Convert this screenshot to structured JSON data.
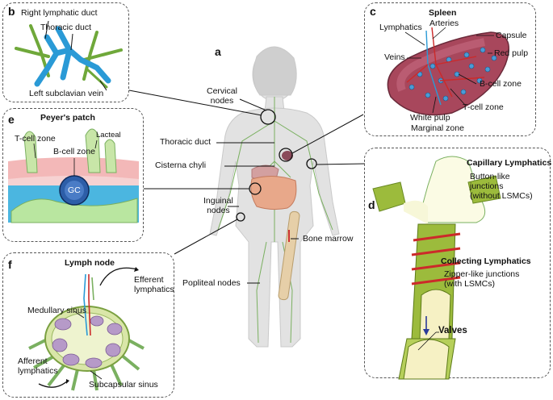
{
  "panel_letters": {
    "a": "a",
    "b": "b",
    "c": "c",
    "d": "d",
    "e": "e",
    "f": "f"
  },
  "body_labels": {
    "cervical": "Cervical\nnodes",
    "thoracic_duct": "Thoracic duct",
    "cisterna": "Cisterna chyli",
    "inguinal": "Inguinal\nnodes",
    "popliteal": "Popliteal nodes",
    "bone_marrow": "Bone marrow"
  },
  "panel_b": {
    "right_lymphatic_duct": "Right lymphatic duct",
    "thoracic_duct": "Thoracic duct",
    "left_subclavian_vein": "Left subclavian vein"
  },
  "panel_c": {
    "title": "Spleen",
    "lymphatics": "Lymphatics",
    "arteries": "Arteries",
    "capsule": "Capsule",
    "veins": "Veins",
    "red_pulp": "Red pulp",
    "b_cell_zone": "B-cell zone",
    "t_cell_zone": "T-cell zone",
    "white_pulp": "White pulp",
    "marginal_zone": "Marginal zone"
  },
  "panel_e": {
    "title": "Peyer's patch",
    "lacteal": "Lacteal",
    "t_cell_zone": "T-cell zone",
    "b_cell_zone": "B-cell zone",
    "gc": "GC"
  },
  "panel_d": {
    "capillary_title": "Capillary Lymphatics",
    "capillary_desc": "Button-like\njunctions\n(without LSMCs)",
    "collecting_title": "Collecting Lymphatics",
    "collecting_desc": "Zipper-like junctions\n(with LSMCs)",
    "valves": "Valves"
  },
  "panel_f": {
    "title": "Lymph node",
    "efferent": "Efferent\nlymphatics",
    "medullary": "Medullary sinus",
    "afferent": "Afferent\nlymphatics",
    "subcapsular": "Subcapsular sinus"
  },
  "colors": {
    "skin": "#dcdcdc",
    "vessel_green": "#6fa83a",
    "duct_blue": "#2a9ad6",
    "spleen_red": "#a8475c",
    "muscle_red": "#cc2a2a",
    "node_purple": "#b69ac8"
  }
}
